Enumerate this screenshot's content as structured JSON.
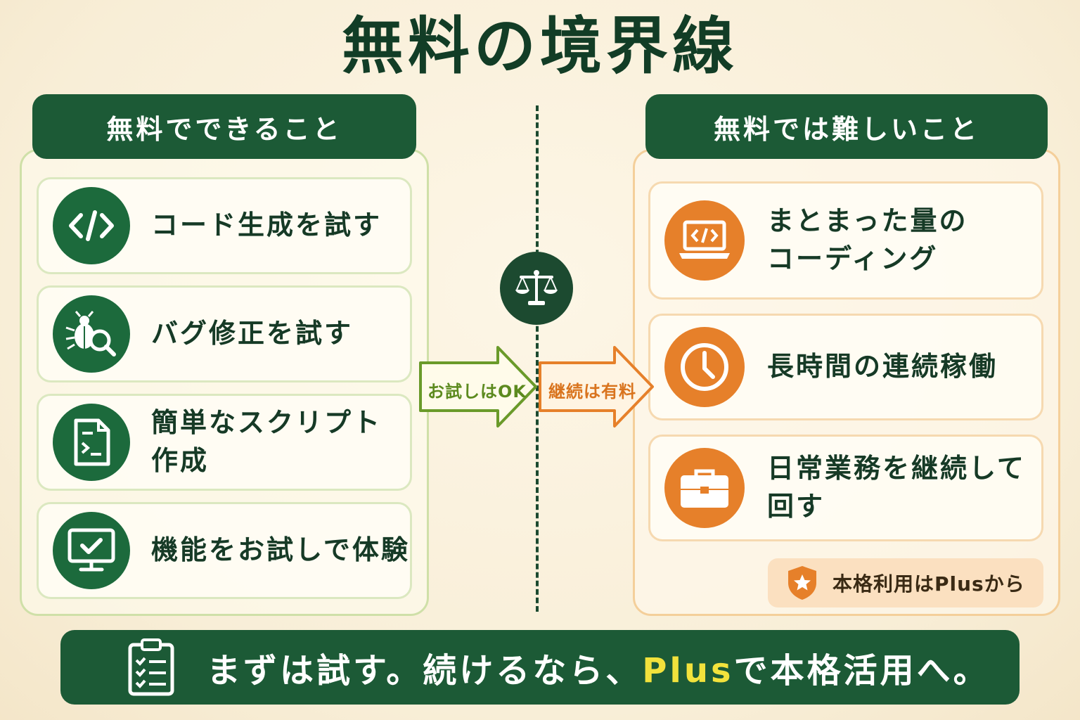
{
  "title": "無料の境界線",
  "left": {
    "heading": "無料でできること",
    "items": [
      {
        "label": "コード生成を試す",
        "icon": "code-icon"
      },
      {
        "label": "バグ修正を試す",
        "icon": "bug-search-icon"
      },
      {
        "label": "簡単なスクリプト作成",
        "icon": "script-file-icon"
      },
      {
        "label": "機能をお試しで体験",
        "icon": "monitor-check-icon"
      }
    ]
  },
  "right": {
    "heading": "無料では難しいこと",
    "items": [
      {
        "label": "まとまった量の\nコーディング",
        "icon": "laptop-code-icon"
      },
      {
        "label": "長時間の連続稼働",
        "icon": "clock-icon"
      },
      {
        "label": "日常業務を継続して回す",
        "icon": "briefcase-icon"
      }
    ],
    "badge": "本格利用はPlusから"
  },
  "center": {
    "arrow_left": "お試しはOK",
    "arrow_right": "継続は有料",
    "icon": "scale-icon"
  },
  "bottom": {
    "pre": "まずは試す。続けるなら、",
    "highlight": "Plus",
    "post": "で本格活用へ。",
    "icon": "clipboard-checklist-icon"
  },
  "colors": {
    "dark_green": "#1c5a36",
    "icon_green": "#1c6a3c",
    "orange": "#e6802a",
    "arrow_green": "#6a9a2a",
    "highlight_yellow": "#f2e23c"
  }
}
